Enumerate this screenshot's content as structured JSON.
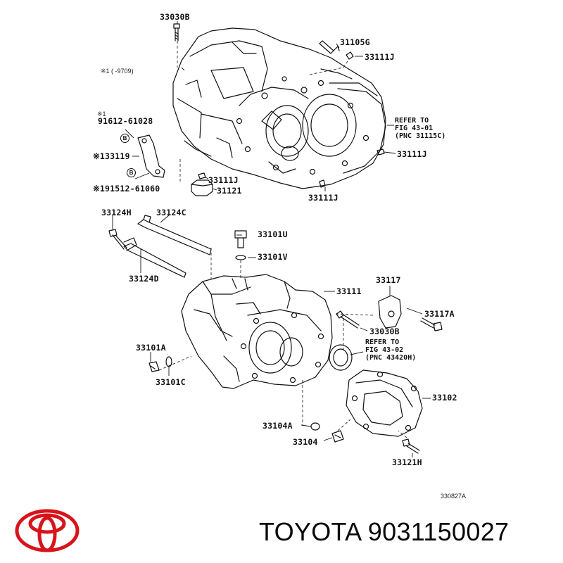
{
  "labels": {
    "l_33030B_top": "33030B",
    "l_31105G": "31105G",
    "l_33111J_a": "33111J",
    "l_note1": "※1 (    -9709)",
    "l_note2": "※1",
    "l_91612": "91612-61028",
    "l_33119": "※133119",
    "l_91512": "※191512-61060",
    "l_33111J_b": "33111J",
    "l_31121": "31121",
    "l_33111J_c": "33111J",
    "l_33111J_d": "33111J",
    "l_33124H": "33124H",
    "l_33124C": "33124C",
    "l_33124D": "33124D",
    "l_33101U": "33101U",
    "l_33101V": "33101V",
    "l_33111": "33111",
    "l_33117": "33117",
    "l_33117A": "33117A",
    "l_33030B_mid": "33030B",
    "l_33101A": "33101A",
    "l_33101C": "33101C",
    "l_33102": "33102",
    "l_33104A": "33104A",
    "l_33104": "33104",
    "l_33121H": "33121H"
  },
  "circle_mark": "B",
  "refer_top": [
    "REFER TO",
    "FIG 43-01",
    "(PNC 31115C)"
  ],
  "refer_bottom": [
    "REFER TO",
    "FIG 43-02",
    "(PNC 43420H)"
  ],
  "diagram_code": "330827A",
  "brand_text": "TOYOTA 9031150027",
  "colors": {
    "line": "#111111",
    "logo_red": "#d7141a",
    "background": "#ffffff"
  }
}
